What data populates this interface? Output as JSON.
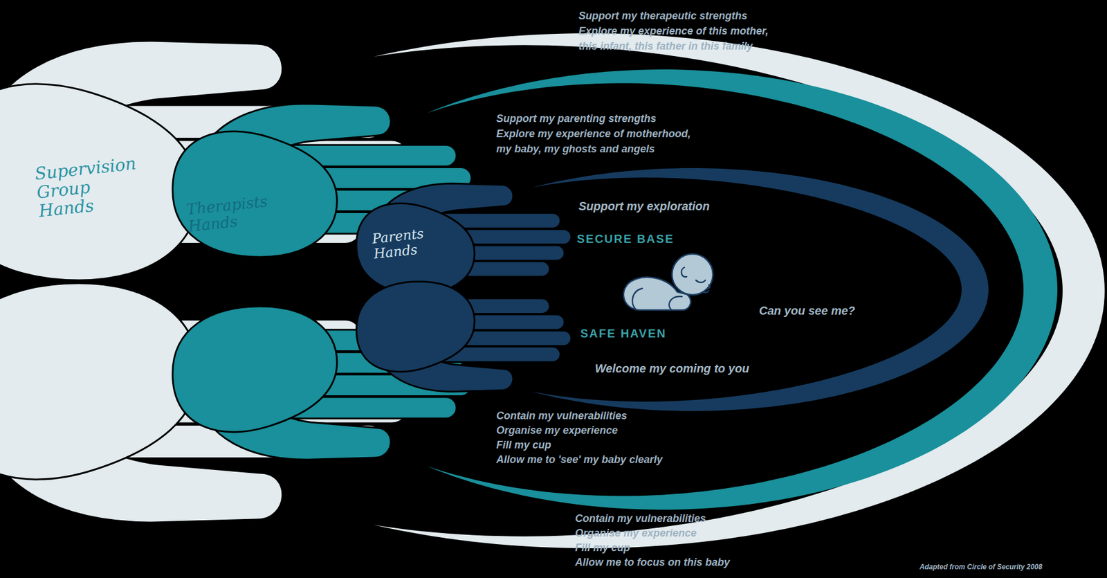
{
  "diagram": {
    "nodes": [
      {
        "text": [
          "Supervision Group Hands",
          "Support my therapeutic strengths",
          "Explore my experience of this mother, this infant, this father in this family",
          "Contain my vulnerabilities",
          "Organise my experience",
          "Fill my cup",
          "Allow me to focus on this baby"
        ]
      },
      {
        "text": [
          "Therapists Hands",
          "Support my parenting strengths",
          "Explore my experience of motherhood, my baby, my ghosts and angels",
          "Contain my vulnerabilities",
          "Organise my experience",
          "Fill my cup",
          "Allow me to 'see' my baby clearly"
        ],
        "in": 0
      },
      {
        "text": [
          "Parents Hands",
          "Support my exploration",
          "SECURE BASE",
          "SAFE HAVEN",
          "Welcome my coming to you"
        ],
        "in": 1
      },
      {
        "text": [
          "Can you see me?"
        ],
        "in": 2
      }
    ],
    "labels": [
      "Adapted from Circle of Security 2008"
    ]
  }
}
